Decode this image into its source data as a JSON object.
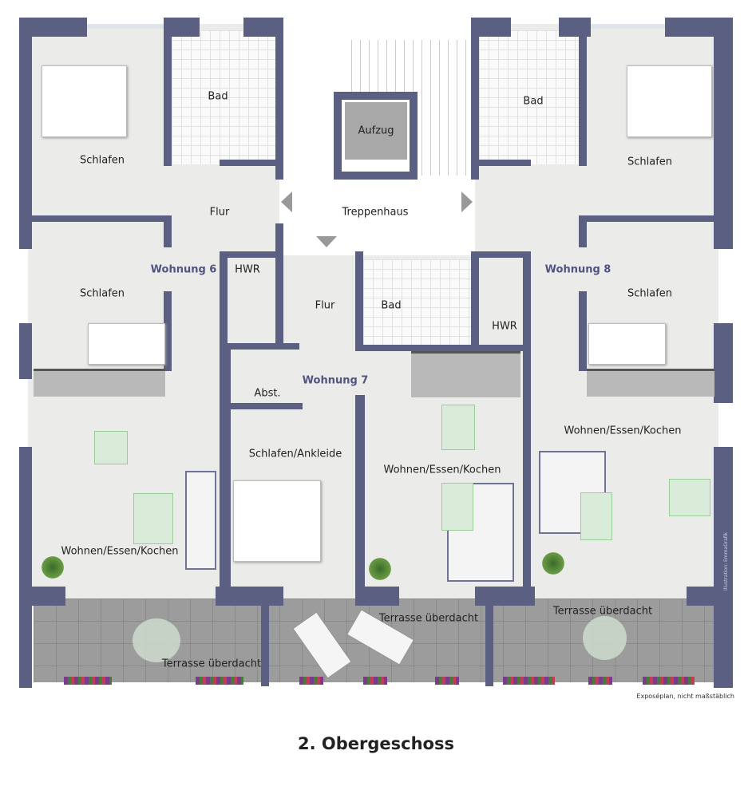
{
  "plan": {
    "title": "2. Obergeschoss",
    "disclaimer": "Exposéplan, nicht maßstäblich",
    "credit": "Illustration: EmmaGrafik",
    "colors": {
      "wall": "#5b5f82",
      "floor": "#ebebea",
      "terrace": "#9c9c9c",
      "apartment_label": "#4f5580"
    },
    "rooms": {
      "schlafen_tl": "Schlafen",
      "bad_l": "Bad",
      "flur_l": "Flur",
      "treppenhaus": "Treppenhaus",
      "aufzug": "Aufzug",
      "bad_r": "Bad",
      "schlafen_tr": "Schlafen",
      "wohnung6": "Wohnung 6",
      "hwr_l": "HWR",
      "schlafen_ml": "Schlafen",
      "flur_c": "Flur",
      "bad_c": "Bad",
      "hwr_r": "HWR",
      "wohnung8": "Wohnung 8",
      "schlafen_mr": "Schlafen",
      "abst": "Abst.",
      "wohnung7": "Wohnung 7",
      "schlafen_ankleide": "Schlafen/Ankleide",
      "wek_c": "Wohnen/Essen/Kochen",
      "wek_r": "Wohnen/Essen/Kochen",
      "wek_l": "Wohnen/Essen/Kochen",
      "terrasse_l": "Terrasse überdacht",
      "terrasse_c": "Terrasse überdacht",
      "terrasse_r": "Terrasse überdacht"
    }
  }
}
